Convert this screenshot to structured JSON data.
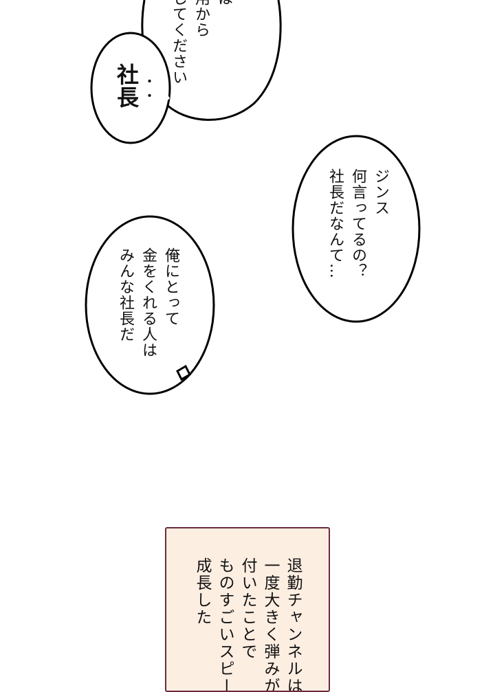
{
  "bubble_top": {
    "lines": [
      "は",
      "用から",
      "してください"
    ]
  },
  "bubble_small": {
    "lines": [
      "社長",
      "・・"
    ]
  },
  "bubble_jins": {
    "lines": [
      "ジンス",
      "何言ってるの？",
      "社長だなんて…"
    ]
  },
  "bubble_boss": {
    "lines": [
      "俺にとって",
      "金をくれる人は",
      "みんな社長だ"
    ]
  },
  "caption": {
    "lines": [
      "退勤チャンネルは",
      "一度大きく弾みが",
      "付いたことで",
      "ものすごいスピー",
      "成長した"
    ]
  },
  "colors": {
    "caption_bg": "#fdeee2",
    "caption_border": "#6b2a3a"
  }
}
